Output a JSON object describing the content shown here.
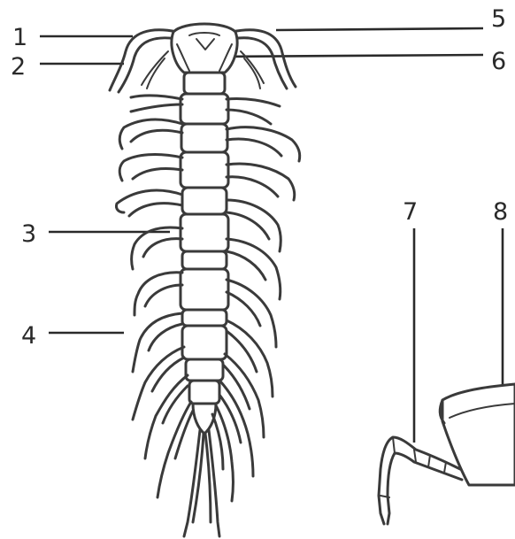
{
  "figure": {
    "labels": [
      {
        "id": "label-1",
        "text": "1"
      },
      {
        "id": "label-2",
        "text": "2"
      },
      {
        "id": "label-3",
        "text": "3"
      },
      {
        "id": "label-4",
        "text": "4"
      },
      {
        "id": "label-5",
        "text": "5"
      },
      {
        "id": "label-6",
        "text": "6"
      },
      {
        "id": "label-7",
        "text": "7"
      },
      {
        "id": "label-8",
        "text": "8"
      }
    ],
    "colors": {
      "ink": "#3a3a3a",
      "paper": "#ffffff"
    }
  }
}
